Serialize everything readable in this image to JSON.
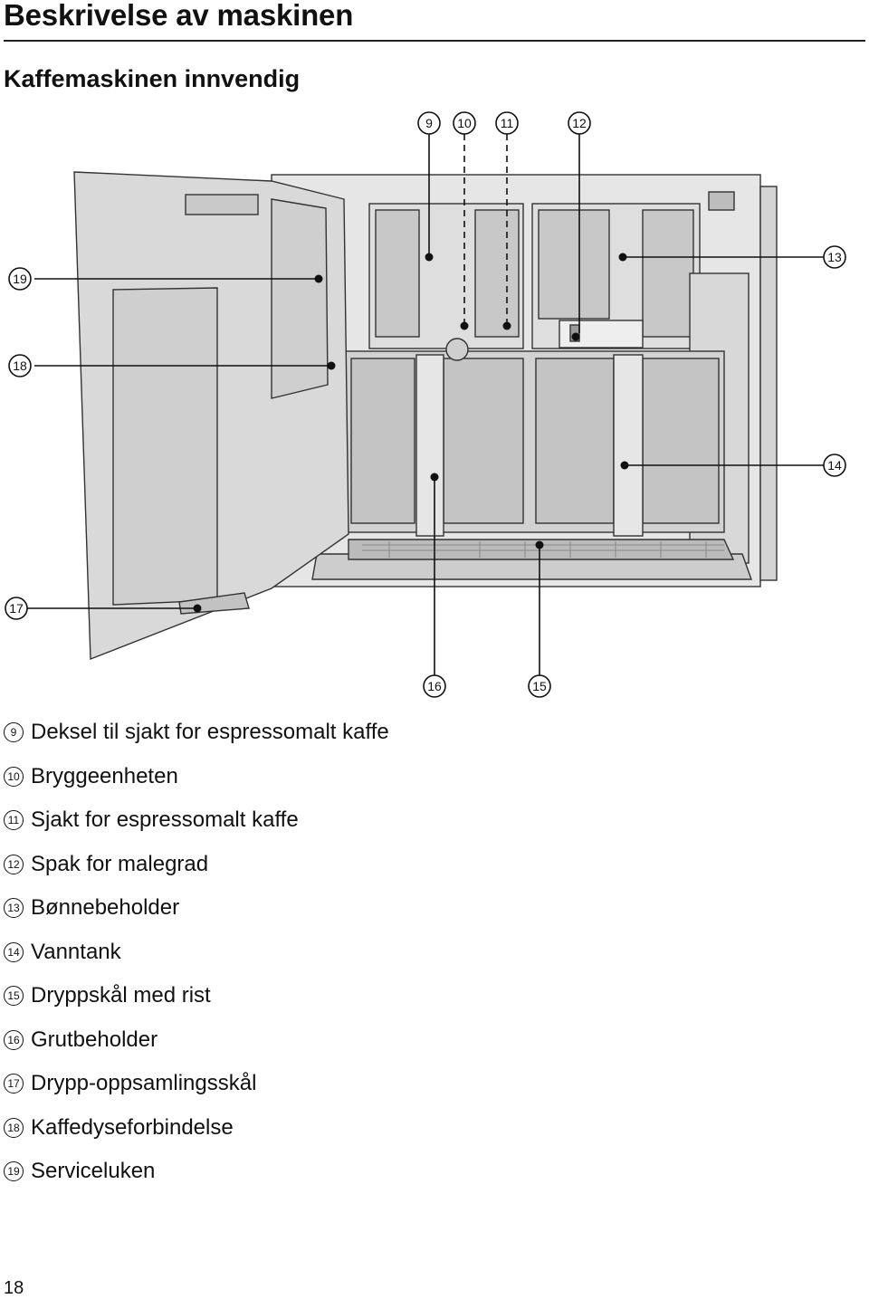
{
  "header": {
    "title": "Beskrivelse av maskinen",
    "subtitle": "Kaffemaskinen innvendig"
  },
  "figure": {
    "callouts": [
      {
        "num": "9"
      },
      {
        "num": "10"
      },
      {
        "num": "11"
      },
      {
        "num": "12"
      },
      {
        "num": "13"
      },
      {
        "num": "14"
      },
      {
        "num": "15"
      },
      {
        "num": "16"
      },
      {
        "num": "17"
      },
      {
        "num": "18"
      },
      {
        "num": "19"
      }
    ]
  },
  "legend": {
    "items": [
      {
        "num": "9",
        "label": "Deksel til sjakt for espressomalt kaffe"
      },
      {
        "num": "10",
        "label": "Bryggeenheten"
      },
      {
        "num": "11",
        "label": "Sjakt for espressomalt kaffe"
      },
      {
        "num": "12",
        "label": "Spak for malegrad"
      },
      {
        "num": "13",
        "label": "Bønnebeholder"
      },
      {
        "num": "14",
        "label": "Vanntank"
      },
      {
        "num": "15",
        "label": "Dryppskål med rist"
      },
      {
        "num": "16",
        "label": "Grutbeholder"
      },
      {
        "num": "17",
        "label": "Drypp-oppsamlingsskål"
      },
      {
        "num": "18",
        "label": "Kaffedyseforbindelse"
      },
      {
        "num": "19",
        "label": "Serviceluken"
      }
    ]
  },
  "footer": {
    "page_number": "18"
  }
}
